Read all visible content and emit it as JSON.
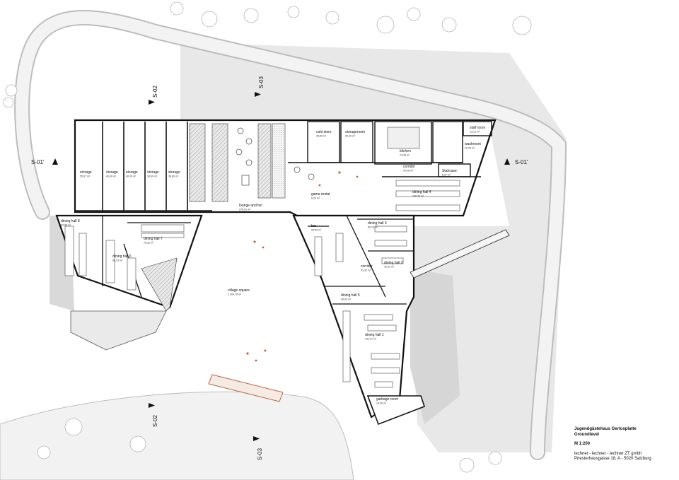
{
  "title_block": {
    "project": "Jugendgästehaus Gerlosplatte",
    "level": "Groundlevel",
    "scale": "M 1:200",
    "office": "lechner - lechner - lechner ZT gmbh",
    "address": "Priesterhausgasse 18, A - 5020 Salzburg"
  },
  "rooms": [
    {
      "key": "storage_1",
      "name": "storage",
      "area": "55,97 m²"
    },
    {
      "key": "storage_2",
      "name": "storage",
      "area": "40,40 m²"
    },
    {
      "key": "storage_3",
      "name": "storage",
      "area": "40,09 m²"
    },
    {
      "key": "storage_4",
      "name": "storage",
      "area": "39,60 m²"
    },
    {
      "key": "storage_5",
      "name": "storage",
      "area": "38,80 m²"
    },
    {
      "key": "lounge",
      "name": "lounge and fun",
      "area": "276,01 m²"
    },
    {
      "key": "cold_store",
      "name": "cold store",
      "area": "46,89 m²"
    },
    {
      "key": "storageroom",
      "name": "storageroom",
      "area": "25,00 m²"
    },
    {
      "key": "kitchen",
      "name": "kitchen",
      "area": "74,38 m²"
    },
    {
      "key": "staff_room",
      "name": "staff room",
      "area": "13,13 m²"
    },
    {
      "key": "washroom",
      "name": "washroom",
      "area": "23,94 m²"
    },
    {
      "key": "corridor_top",
      "name": "corridor",
      "area": "34,06 m²"
    },
    {
      "key": "staircase",
      "name": "Staircase",
      "area": "6,97 m²"
    },
    {
      "key": "dining_hall_4",
      "name": "dining hall 4",
      "area": "106,70 m²"
    },
    {
      "key": "game_rental",
      "name": "game rental",
      "area": "6,24 m²"
    },
    {
      "key": "dining_hall_8",
      "name": "dining hall 8",
      "area": "84,88 m²"
    },
    {
      "key": "dining_hall_7",
      "name": "dining hall 7",
      "area": "75,32 m²"
    },
    {
      "key": "dining_hall_6",
      "name": "dining hall 6",
      "area": "60,23 m²"
    },
    {
      "key": "village_square",
      "name": "village square",
      "area": "1.304,78 m²"
    },
    {
      "key": "bar",
      "name": "bar",
      "area": "84,50 m²"
    },
    {
      "key": "dining_hall_3",
      "name": "dining hall 3",
      "area": "60,13 m²"
    },
    {
      "key": "corridor_mid",
      "name": "corridor",
      "area": "33,32 m²"
    },
    {
      "key": "dining_hall_2",
      "name": "dining hall 2",
      "area": "42,91 m²"
    },
    {
      "key": "dining_hall_5",
      "name": "dining hall 5",
      "area": "36,00 m²"
    },
    {
      "key": "dining_hall_1",
      "name": "dining hall 1",
      "area": "151,97 m²"
    },
    {
      "key": "garbage_room",
      "name": "garbage room",
      "area": "10,00 m²"
    }
  ],
  "sections": {
    "s01_left": "S-01'",
    "s01_right": "S-01'",
    "s02_top": "S-02",
    "s02_bottom": "S-02",
    "s03_top": "S-03",
    "s03_bottom": "S-03"
  },
  "colors": {
    "line": "#111111",
    "road": "#f2f2f2",
    "terrain": "#e6e6e6",
    "shadow": "#cfcfcf",
    "furniture": "#b8653f"
  }
}
